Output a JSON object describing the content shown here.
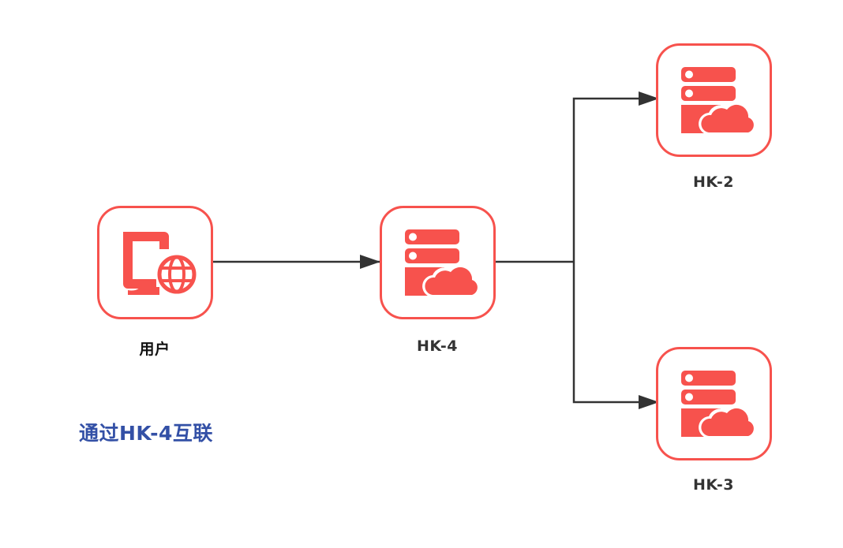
{
  "diagram": {
    "colors": {
      "node_border": "#f7524d",
      "icon_fill": "#f7524d",
      "connector": "#333333",
      "caption": "#3350a6",
      "label": "#333333"
    },
    "nodes": [
      {
        "id": "user",
        "label": "用户",
        "icon": "desktop-globe-icon"
      },
      {
        "id": "hk4",
        "label": "HK-4",
        "icon": "cloud-server-icon"
      },
      {
        "id": "hk2",
        "label": "HK-2",
        "icon": "cloud-server-icon"
      },
      {
        "id": "hk3",
        "label": "HK-3",
        "icon": "cloud-server-icon"
      }
    ],
    "edges": [
      {
        "from": "user",
        "to": "hk4"
      },
      {
        "from": "hk4",
        "to": "hk2"
      },
      {
        "from": "hk4",
        "to": "hk3"
      }
    ],
    "caption": "通过HK-4互联"
  }
}
